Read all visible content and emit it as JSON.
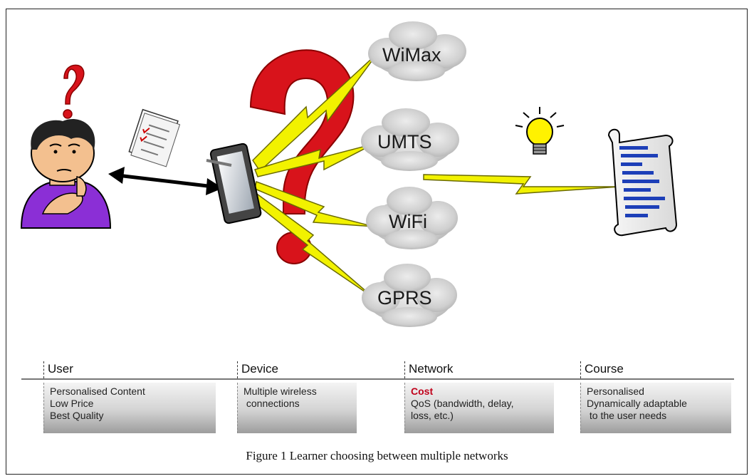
{
  "networks": {
    "wimax": "WiMax",
    "umts": "UMTS",
    "wifi": "WiFi",
    "gprs": "GPRS"
  },
  "columns": [
    {
      "heading": "User",
      "lines": [
        "Personalised Content",
        "Low Price",
        "Best Quality"
      ],
      "highlight": []
    },
    {
      "heading": "Device",
      "lines": [
        "Multiple wireless",
        " connections"
      ],
      "highlight": []
    },
    {
      "heading": "Network",
      "lines": [
        "Cost",
        "QoS (bandwidth, delay,",
        "loss, etc.)"
      ],
      "highlight": [
        0
      ]
    },
    {
      "heading": "Course",
      "lines": [
        "Personalised",
        "Dynamically adaptable",
        " to the user needs"
      ],
      "highlight": []
    }
  ],
  "caption": "Figure 1 Learner choosing between multiple networks",
  "colors": {
    "question_mark": "#d8131b",
    "lightning": "#f2f200",
    "shirt": "#8b2fd6",
    "cloud": "#c9c9c9",
    "doc_lines": "#1d3fb8",
    "cost_highlight": "#c0001a"
  }
}
